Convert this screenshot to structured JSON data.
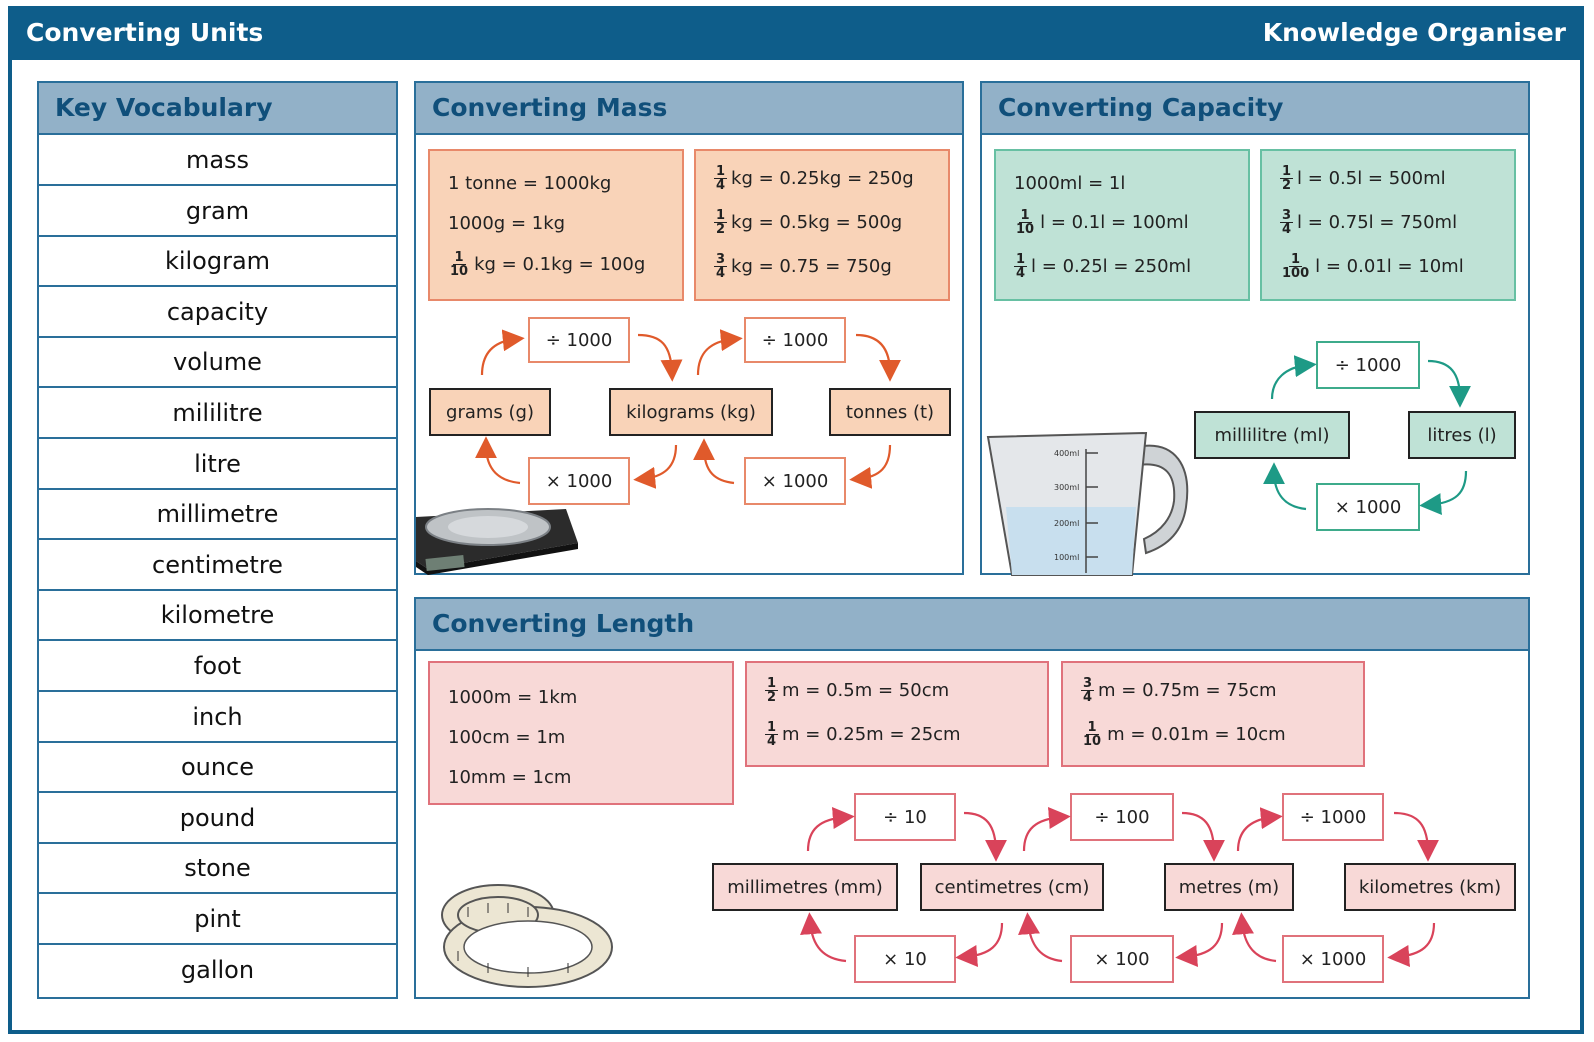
{
  "header": {
    "left_title": "Converting Units",
    "right_title": "Knowledge Organiser"
  },
  "vocab": {
    "title": "Key Vocabulary",
    "items": [
      "mass",
      "gram",
      "kilogram",
      "capacity",
      "volume",
      "mililitre",
      "litre",
      "millimetre",
      "centimetre",
      "kilometre",
      "foot",
      "inch",
      "ounce",
      "pound",
      "stone",
      "pint",
      "gallon"
    ]
  },
  "mass": {
    "title": "Converting Mass",
    "box1": {
      "l1": "1 tonne = 1000kg",
      "l2": "1000g = 1kg",
      "l3_rest": "kg = 0.1kg = 100g",
      "l3_n": "1",
      "l3_d": "10"
    },
    "box2": {
      "l1_n": "1",
      "l1_d": "4",
      "l1_rest": "kg = 0.25kg = 250g",
      "l2_n": "1",
      "l2_d": "2",
      "l2_rest": "kg = 0.5kg = 500g",
      "l3_n": "3",
      "l3_d": "4",
      "l3_rest": "kg = 0.75 = 750g"
    },
    "units": {
      "grams": "grams (g)",
      "kilograms": "kilograms (kg)",
      "tonnes": "tonnes (t)"
    },
    "ops": {
      "div1": "÷ 1000",
      "div2": "÷ 1000",
      "mul1": "× 1000",
      "mul2": "× 1000"
    }
  },
  "capacity": {
    "title": "Converting Capacity",
    "box1": {
      "l1": "1000ml = 1l",
      "l2_n": "1",
      "l2_d": "10",
      "l2_rest": "l = 0.1l = 100ml",
      "l3_n": "1",
      "l3_d": "4",
      "l3_rest": "l = 0.25l = 250ml"
    },
    "box2": {
      "l1_n": "1",
      "l1_d": "2",
      "l1_rest": "l = 0.5l = 500ml",
      "l2_n": "3",
      "l2_d": "4",
      "l2_rest": "l = 0.75l = 750ml",
      "l3_n": "1",
      "l3_d": "100",
      "l3_rest": "l = 0.01l = 10ml"
    },
    "jug_marks": [
      "400ml",
      "300ml",
      "200ml",
      "100ml"
    ],
    "units": {
      "ml": "millilitre (ml)",
      "l": "litres (l)"
    },
    "ops": {
      "div": "÷ 1000",
      "mul": "× 1000"
    }
  },
  "length": {
    "title": "Converting Length",
    "box1": {
      "l1": "1000m = 1km",
      "l2": "100cm = 1m",
      "l3": "10mm = 1cm"
    },
    "box2": {
      "l1_n": "1",
      "l1_d": "2",
      "l1_rest": "m = 0.5m = 50cm",
      "l2_n": "1",
      "l2_d": "4",
      "l2_rest": "m = 0.25m = 25cm"
    },
    "box3": {
      "l1_n": "3",
      "l1_d": "4",
      "l1_rest": "m = 0.75m = 75cm",
      "l2_n": "1",
      "l2_d": "10",
      "l2_rest": "m = 0.01m = 10cm"
    },
    "units": {
      "mm": "millimetres (mm)",
      "cm": "centimetres (cm)",
      "m": "metres (m)",
      "km": "kilometres (km)"
    },
    "ops": {
      "div10": "÷ 10",
      "div100": "÷ 100",
      "div1000": "÷ 1000",
      "mul10": "× 10",
      "mul100": "× 100",
      "mul1000": "× 1000"
    }
  },
  "colors": {
    "header": "#0e5d8a",
    "panel_head": "#92b1c8",
    "mass_arrow": "#e05a2b",
    "cap_arrow": "#1e9a86",
    "len_arrow": "#d9435a"
  }
}
